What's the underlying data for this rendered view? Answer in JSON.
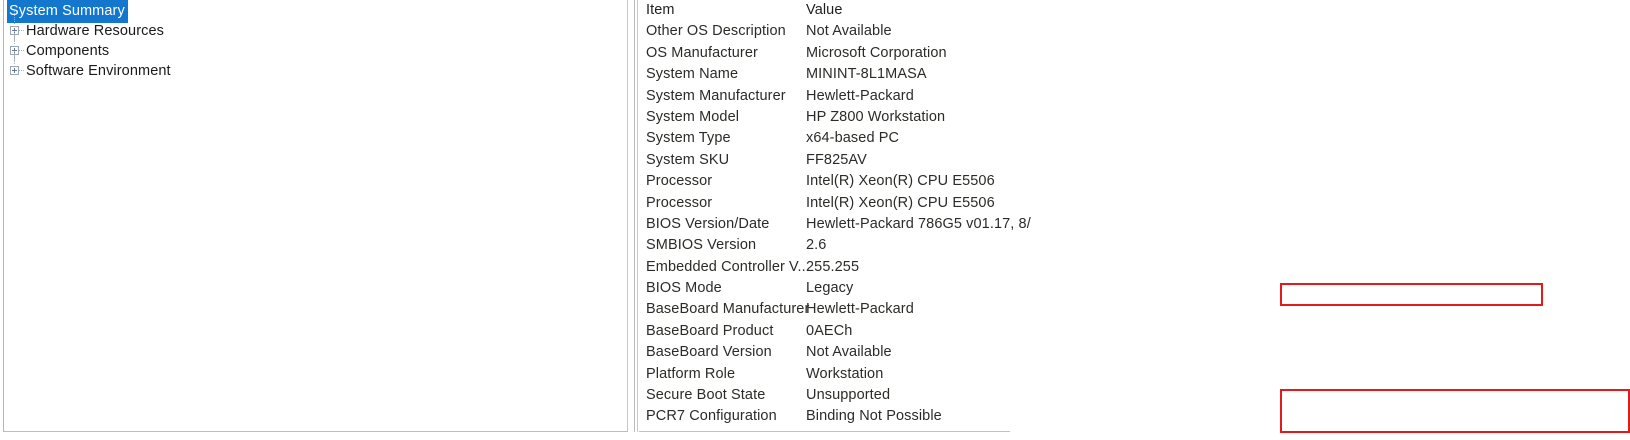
{
  "tree": {
    "items": [
      {
        "label": "System Summary",
        "selected": true,
        "expandable": false
      },
      {
        "label": "Hardware Resources",
        "selected": false,
        "expandable": true
      },
      {
        "label": "Components",
        "selected": false,
        "expandable": true
      },
      {
        "label": "Software Environment",
        "selected": false,
        "expandable": true
      }
    ]
  },
  "details": {
    "columns": {
      "item": "Item",
      "value": "Value"
    },
    "rows": [
      {
        "item": "Other OS Description",
        "value": "Not Available"
      },
      {
        "item": "OS Manufacturer",
        "value": "Microsoft Corporation"
      },
      {
        "item": "System Name",
        "value": "MININT-8L1MASA"
      },
      {
        "item": "System Manufacturer",
        "value": "Hewlett-Packard"
      },
      {
        "item": "System Model",
        "value": "HP Z800 Workstation"
      },
      {
        "item": "System Type",
        "value": "x64-based PC"
      },
      {
        "item": "System SKU",
        "value": "FF825AV"
      },
      {
        "item": "Processor",
        "value": "Intel(R) Xeon(R) CPU           E5506"
      },
      {
        "item": "Processor",
        "value": "Intel(R) Xeon(R) CPU           E5506"
      },
      {
        "item": "BIOS Version/Date",
        "value": "Hewlett-Packard 786G5 v01.17, 8/"
      },
      {
        "item": "SMBIOS Version",
        "value": "2.6"
      },
      {
        "item": "Embedded Controller V...",
        "value": "255.255"
      },
      {
        "item": "BIOS Mode",
        "value": "Legacy"
      },
      {
        "item": "BaseBoard Manufacturer",
        "value": "Hewlett-Packard"
      },
      {
        "item": "BaseBoard Product",
        "value": "0AECh"
      },
      {
        "item": "BaseBoard Version",
        "value": "Not Available"
      },
      {
        "item": "Platform Role",
        "value": "Workstation"
      },
      {
        "item": "Secure Boot State",
        "value": "Unsupported"
      },
      {
        "item": "PCR7 Configuration",
        "value": "Binding Not Possible"
      }
    ]
  },
  "annotations": {
    "highlight_color": "#e01b1b",
    "boxes": [
      {
        "name": "bios-mode-highlight",
        "rows": [
          "BIOS Mode"
        ]
      },
      {
        "name": "secure-boot-highlight",
        "rows": [
          "Secure Boot State",
          "PCR7 Configuration"
        ]
      }
    ]
  },
  "theme": {
    "selection_color": "#1378cd",
    "text_color": "#2b2b28",
    "panel_background": "#ffffff"
  }
}
